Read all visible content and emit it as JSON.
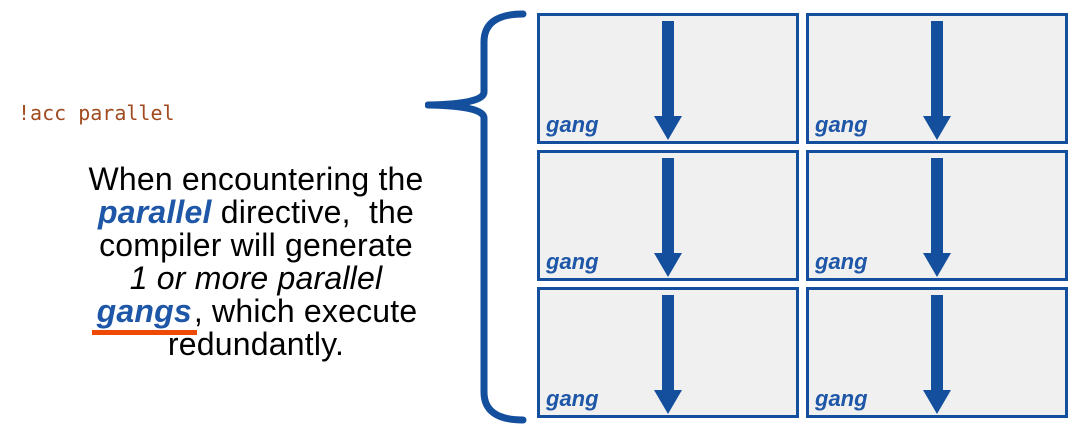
{
  "colors": {
    "blue": "#134F9D",
    "blue_text": "#1E56A8",
    "orange": "#EE4A05",
    "brown": "#A04A1F",
    "box_fill": "#F0F0F0",
    "text": "#000000"
  },
  "code_directive": "!acc parallel",
  "paragraph": {
    "line1": "When encountering the",
    "line2_keyword": "parallel",
    "line2_rest": " directive,  the",
    "line3": "compiler will generate",
    "line4": "1 or more parallel",
    "line5_keyword": "gangs",
    "line5_rest": ", which execute",
    "line6": "redundantly."
  },
  "grid": {
    "boxes": [
      {
        "label": "gang"
      },
      {
        "label": "gang"
      },
      {
        "label": "gang"
      },
      {
        "label": "gang"
      },
      {
        "label": "gang"
      },
      {
        "label": "gang"
      }
    ]
  }
}
